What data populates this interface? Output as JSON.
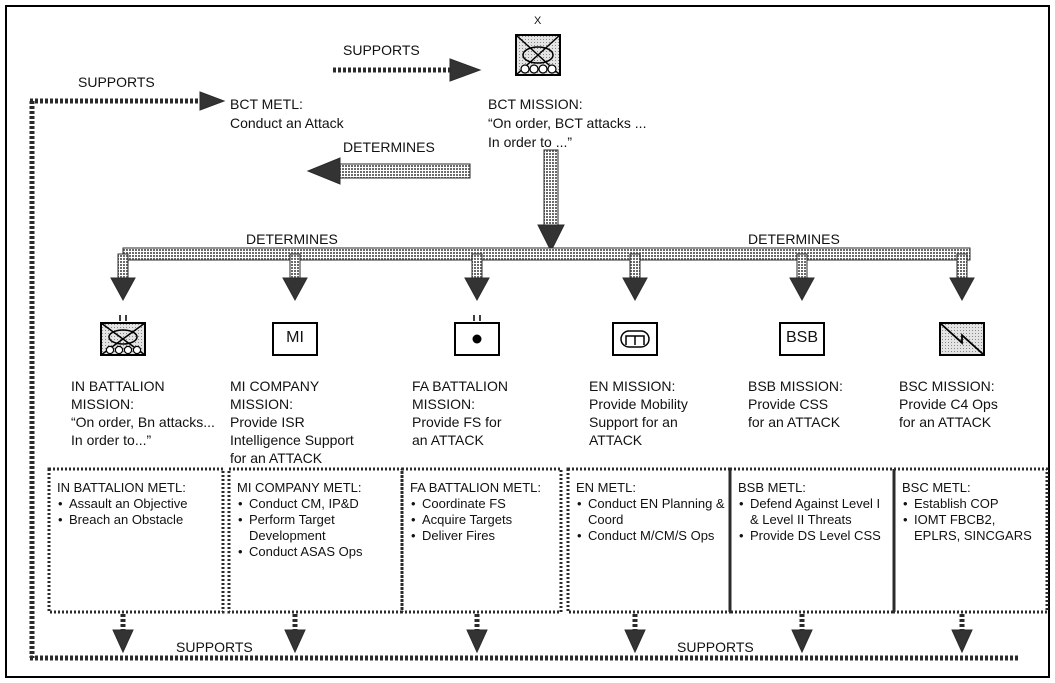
{
  "colors": {
    "line": "#2b2b2b",
    "fill_pattern": "#6a6a6a",
    "border": "#000000"
  },
  "top": {
    "supports_top": "SUPPORTS",
    "supports_left": "SUPPORTS",
    "bct_metl": {
      "line1": "BCT METL:",
      "line2": "Conduct an Attack"
    },
    "bct_mission": {
      "symbol_echelon": "X",
      "line1": "BCT MISSION:",
      "line2": "“On order, BCT attacks ...",
      "line3": "In order to ...”"
    },
    "determines_left": "DETERMINES",
    "determines_a": "DETERMINES",
    "determines_b": "DETERMINES"
  },
  "units": [
    {
      "symbol": "infantry-armor",
      "echelon": "II",
      "symbol_text": "",
      "mission_lines": [
        "IN BATTALION",
        "MISSION:",
        "“On order, Bn attacks...",
        "In order to...”"
      ],
      "metl_title": "IN BATTALION METL:",
      "metl_items": [
        "Assault an Objective",
        "Breach an Obstacle"
      ]
    },
    {
      "symbol": "text",
      "echelon": "",
      "symbol_text": "MI",
      "mission_lines": [
        "MI COMPANY",
        "MISSION:",
        "Provide ISR",
        "Intelligence Support",
        "for an ATTACK"
      ],
      "metl_title": "MI COMPANY METL:",
      "metl_items": [
        "Conduct CM, IP&D",
        "Perform Target Development",
        "Conduct ASAS Ops"
      ]
    },
    {
      "symbol": "dot",
      "echelon": "II",
      "symbol_text": "",
      "mission_lines": [
        "FA BATTALION",
        "MISSION:",
        "Provide FS for",
        "an ATTACK"
      ],
      "metl_title": "FA BATTALION METL:",
      "metl_items": [
        "Coordinate FS",
        "Acquire Targets",
        "Deliver Fires"
      ]
    },
    {
      "symbol": "engineer",
      "echelon": "",
      "symbol_text": "",
      "mission_lines": [
        "EN MISSION:",
        "Provide Mobility",
        "Support for an",
        "ATTACK"
      ],
      "metl_title": "EN METL:",
      "metl_items": [
        "Conduct EN Planning & Coord",
        "Conduct M/CM/S Ops"
      ]
    },
    {
      "symbol": "text",
      "echelon": "",
      "symbol_text": "BSB",
      "mission_lines": [
        "BSB MISSION:",
        "Provide CSS",
        "for an ATTACK"
      ],
      "metl_title": "BSB METL:",
      "metl_items": [
        "Defend Against Level I & Level II Threats",
        "Provide DS Level CSS"
      ]
    },
    {
      "symbol": "signal",
      "echelon": "",
      "symbol_text": "",
      "mission_lines": [
        "BSC MISSION:",
        "Provide C4 Ops",
        "for an ATTACK"
      ],
      "metl_title": "BSC METL:",
      "metl_items": [
        "Establish COP",
        "IOMT FBCB2, EPLRS, SINCGARS"
      ]
    }
  ],
  "bottom": {
    "supports_a": "SUPPORTS",
    "supports_b": "SUPPORTS"
  }
}
